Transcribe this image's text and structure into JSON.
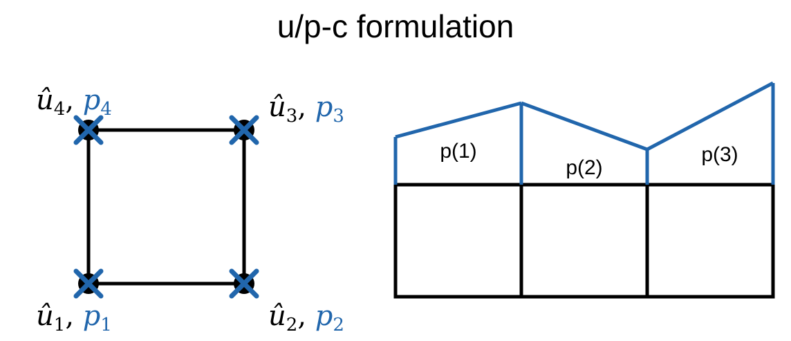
{
  "title": "u/p-c formulation",
  "colors": {
    "line": "#000000",
    "accent": "#2166ac"
  },
  "nodes": [
    {
      "u_base": "û",
      "u_sub": "1",
      "sep": ", ",
      "p_base": "p",
      "p_sub": "1"
    },
    {
      "u_base": "û",
      "u_sub": "2",
      "sep": ", ",
      "p_base": "p",
      "p_sub": "2"
    },
    {
      "u_base": "û",
      "u_sub": "3",
      "sep": ", ",
      "p_base": "p",
      "p_sub": "3"
    },
    {
      "u_base": "û",
      "u_sub": "4",
      "sep": ", ",
      "p_base": "p",
      "p_sub": "4"
    }
  ],
  "cells": [
    {
      "label": "p(1)"
    },
    {
      "label": "p(2)"
    },
    {
      "label": "p(3)"
    }
  ]
}
